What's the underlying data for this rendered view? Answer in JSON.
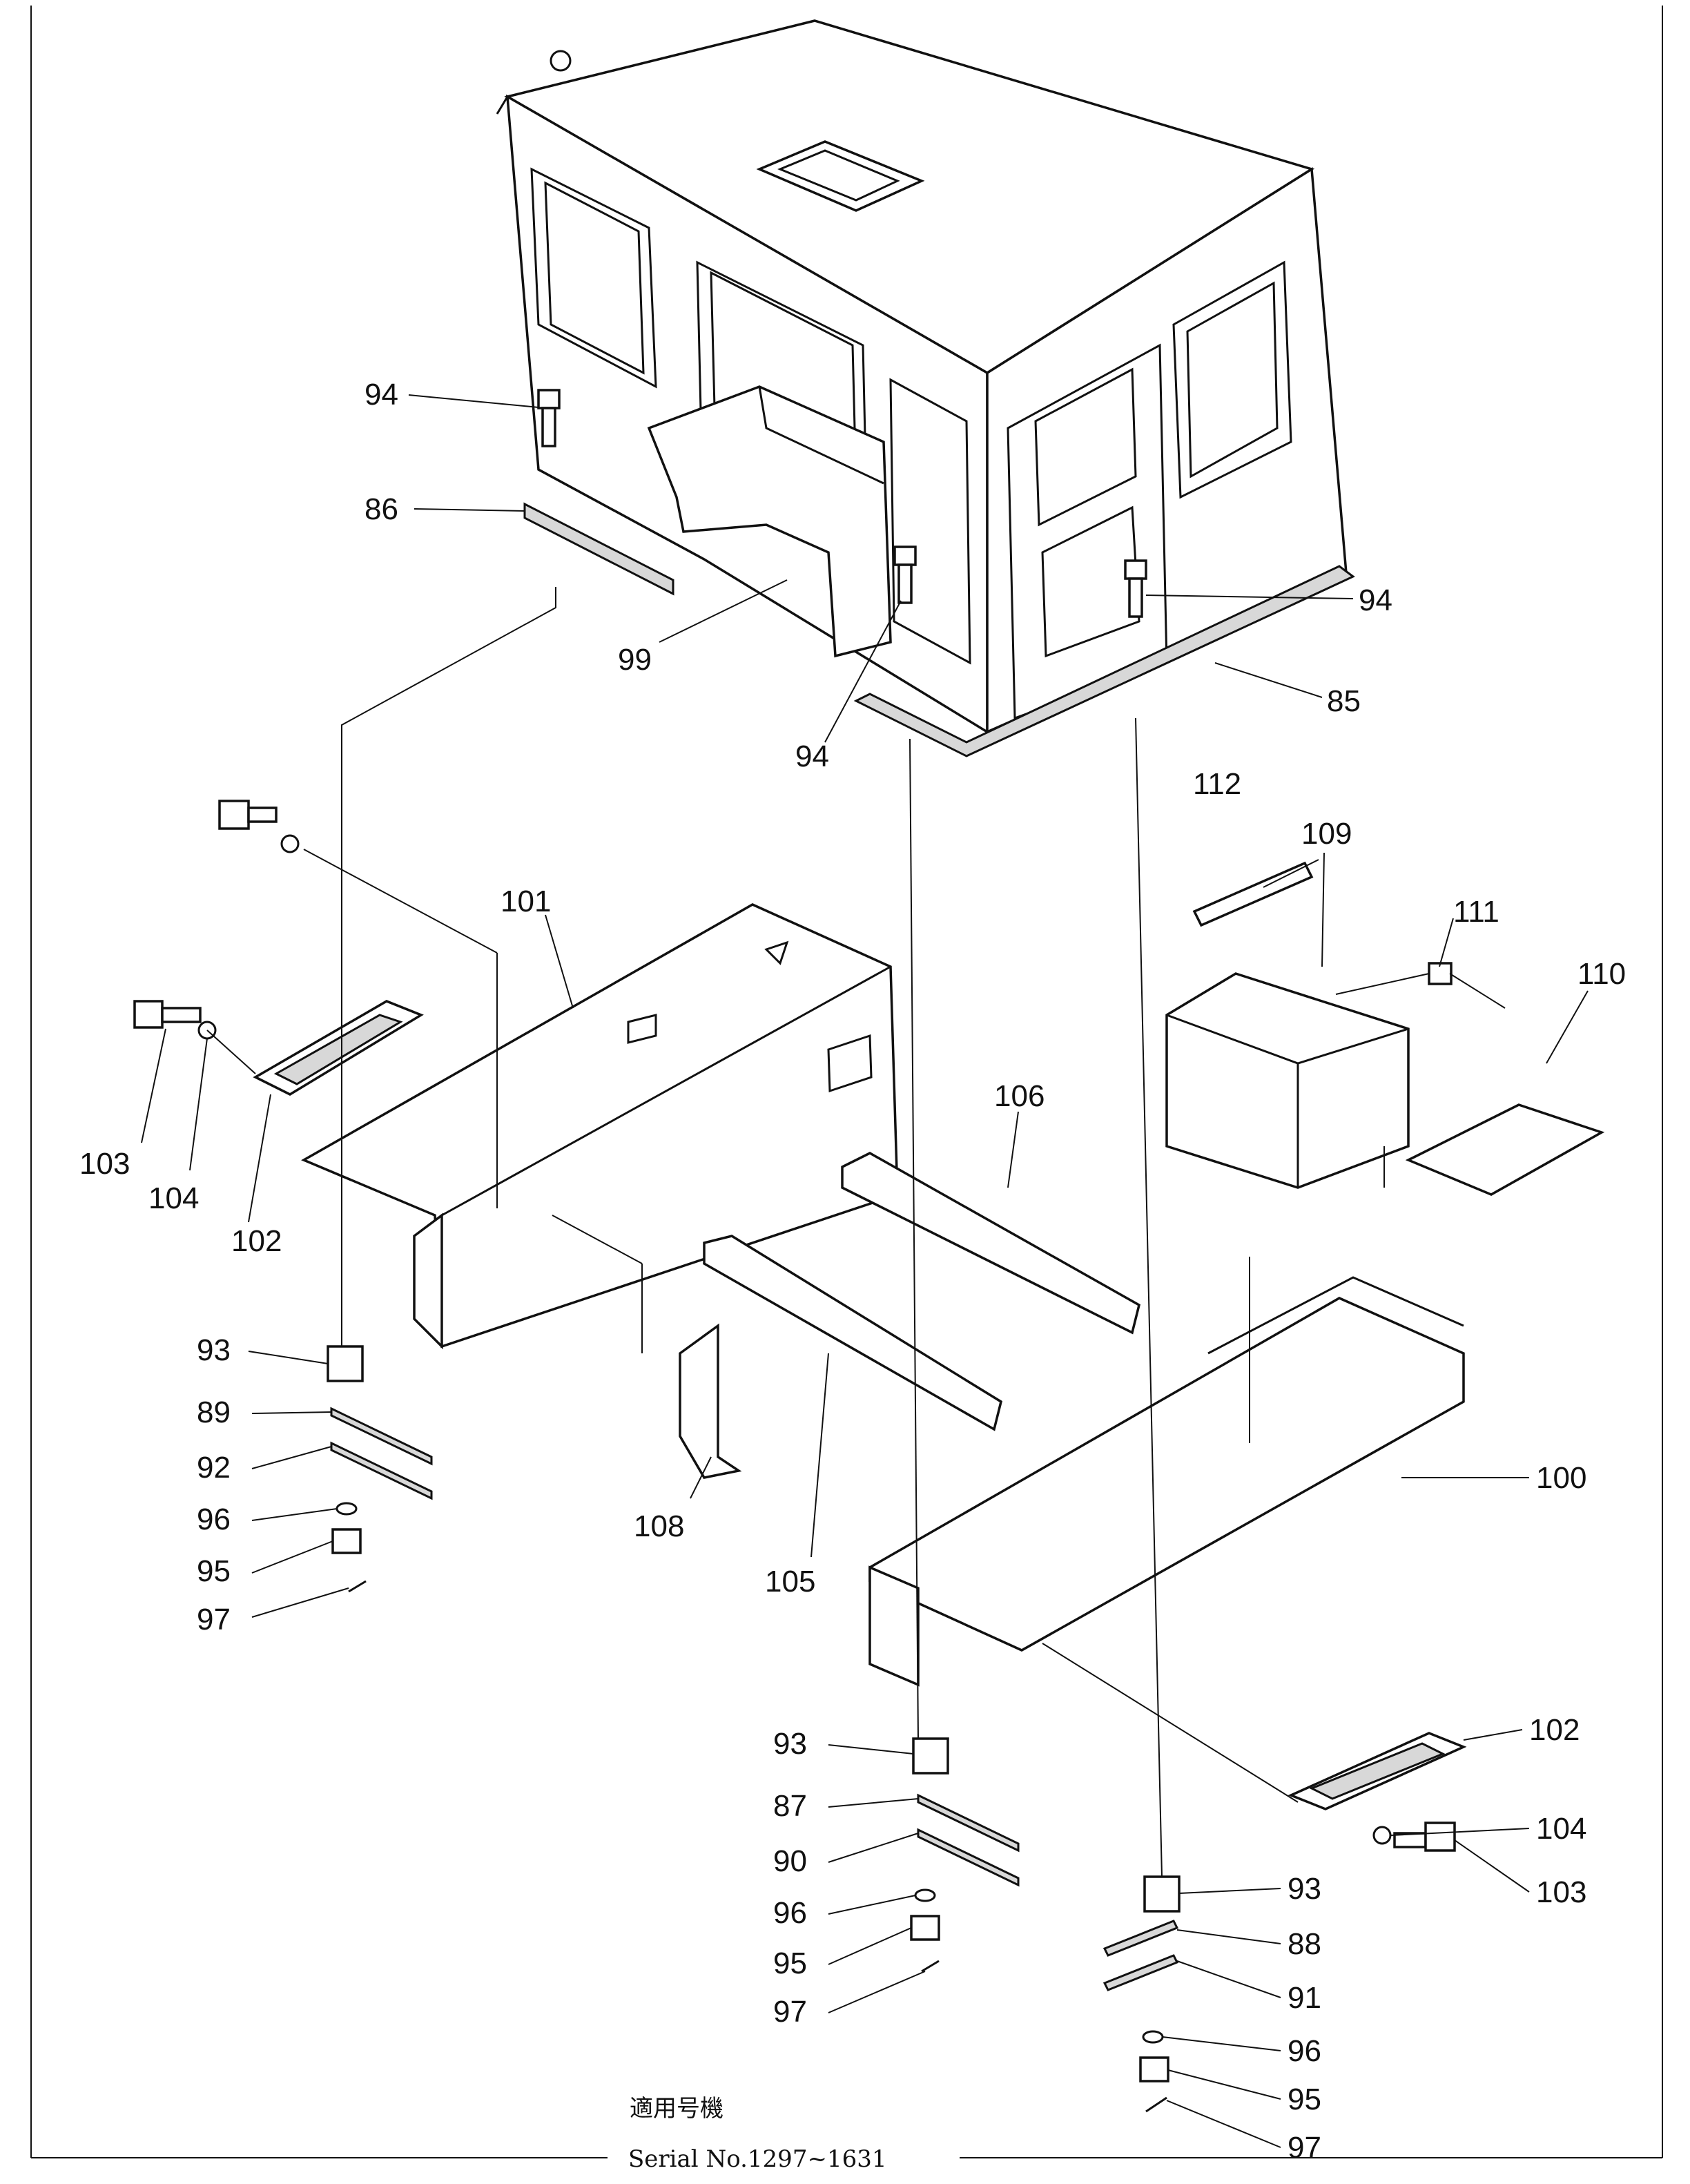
{
  "labels": {
    "p94a": "94",
    "p86": "86",
    "p99": "99",
    "p94b": "94",
    "p94c": "94",
    "p85": "85",
    "p112": "112",
    "p109": "109",
    "p111": "111",
    "p110": "110",
    "p101": "101",
    "p103a": "103",
    "p104a": "104",
    "p102a": "102",
    "p106": "106",
    "p93a": "93",
    "p89": "89",
    "p92": "92",
    "p96a": "96",
    "p95a": "95",
    "p97a": "97",
    "p108": "108",
    "p105": "105",
    "p100": "100",
    "p93b": "93",
    "p87": "87",
    "p90": "90",
    "p96b": "96",
    "p95b": "95",
    "p97b": "97",
    "p102b": "102",
    "p104b": "104",
    "p103b": "103",
    "p93c": "93",
    "p88": "88",
    "p91": "91",
    "p96c": "96",
    "p95c": "95",
    "p97c": "97"
  },
  "caption": {
    "jp": "適用号機",
    "serial": "Serial No.1297~1631"
  }
}
